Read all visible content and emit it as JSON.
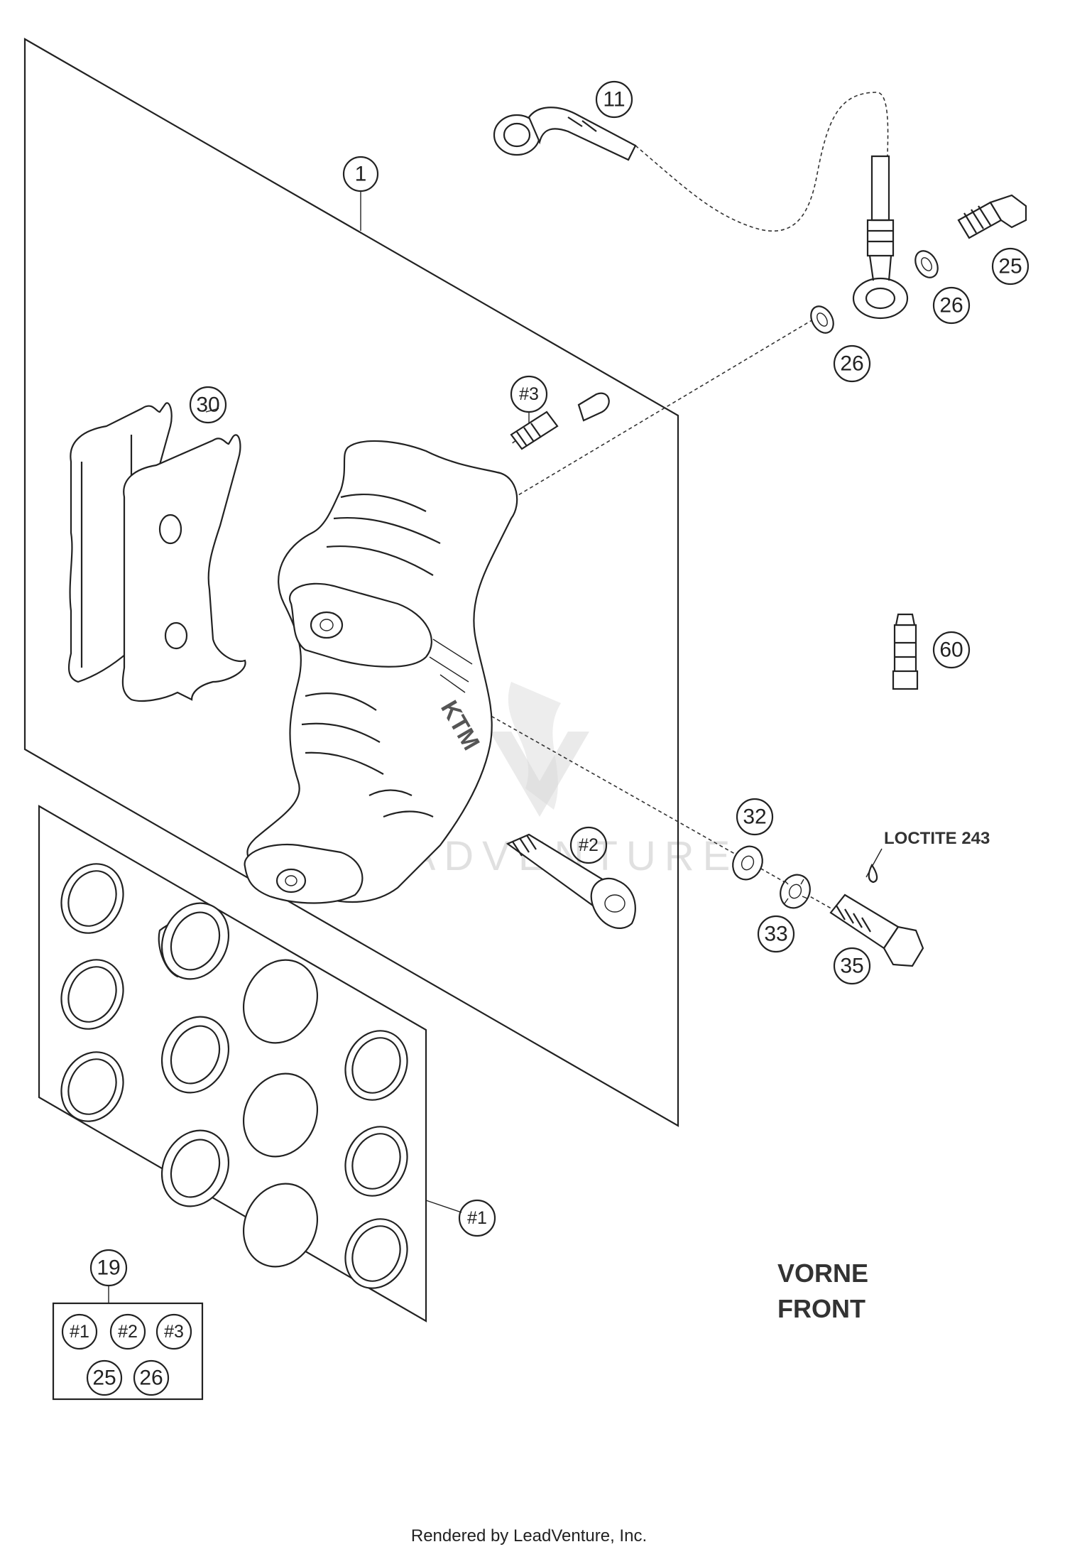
{
  "callouts": {
    "c1": "1",
    "c11": "11",
    "c25": "25",
    "c26a": "26",
    "c26b": "26",
    "c30": "30",
    "c60": "60",
    "c32": "32",
    "c33": "33",
    "c35": "35",
    "c19": "19",
    "h3": "#3",
    "h2": "#2",
    "h1": "#1"
  },
  "kit_19": {
    "items_row1": [
      "#1",
      "#2",
      "#3"
    ],
    "items_row2": [
      "25",
      "26"
    ]
  },
  "labels": {
    "loctite": "LOCTITE 243",
    "vorne": "VORNE",
    "front": "FRONT"
  },
  "watermark": "LEADVENTURE",
  "footer": "Rendered by LeadVenture, Inc."
}
